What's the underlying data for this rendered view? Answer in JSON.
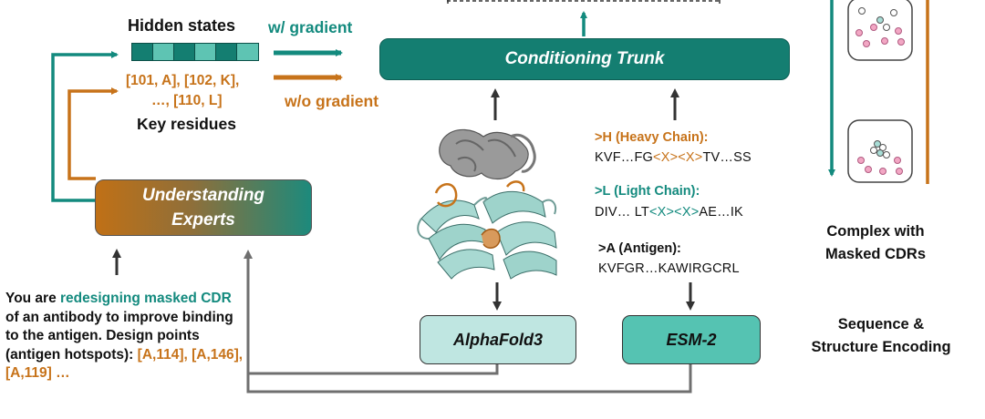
{
  "hidden_states": {
    "title": "Hidden states"
  },
  "gradient_labels": {
    "with": "w/ gradient",
    "without": "w/o gradient"
  },
  "key_residues": {
    "line1": "[101, A], [102, K],",
    "line2": "…, [110, L]",
    "label": "Key residues"
  },
  "conditioning_trunk": {
    "label": "Conditioning Trunk"
  },
  "understanding_experts": {
    "line1": "Understanding",
    "line2": "Experts"
  },
  "prompt": {
    "prefix": "You are ",
    "highlight": "redesigning masked CDR",
    "middle": " of an antibody to improve binding to the antigen. Design points (antigen hotspots): ",
    "points": "[A,114], [A,146], [A,119] …"
  },
  "sequences": {
    "heavy": {
      "header": ">H (Heavy Chain):",
      "pre": "KVF…FG",
      "mask": "<X><X>",
      "post": "TV…SS"
    },
    "light": {
      "header": ">L (Light Chain):",
      "pre": "DIV… LT",
      "mask": "<X><X>",
      "post": "AE…IK"
    },
    "antigen": {
      "header": ">A (Antigen):",
      "seq": "KVFGR…KAWIRGCRL"
    }
  },
  "encoders": {
    "alphafold": "AlphaFold3",
    "esm": "ESM-2"
  },
  "complex_label": {
    "line1": "Complex with",
    "line2": "Masked CDRs"
  },
  "encoding_label": {
    "line1": "Sequence &",
    "line2": "Structure Encoding"
  },
  "colors": {
    "teal": "#147e71",
    "orange": "#c7731a",
    "gray_arrow": "#707070",
    "light_teal": "#bfe6e1",
    "mid_teal": "#55c3b2"
  }
}
